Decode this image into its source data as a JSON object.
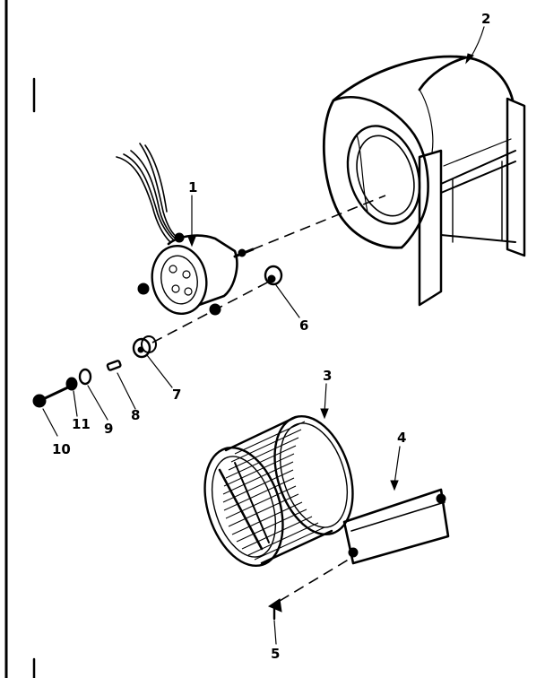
{
  "parts": [
    {
      "id": "motor",
      "label": "1"
    },
    {
      "id": "blower-housing",
      "label": "2"
    },
    {
      "id": "blower-wheel",
      "label": "3"
    },
    {
      "id": "cutoff-plate",
      "label": "4"
    },
    {
      "id": "screw",
      "label": "5"
    },
    {
      "id": "bushing-6",
      "label": "6"
    },
    {
      "id": "hub-7",
      "label": "7"
    },
    {
      "id": "pin-8",
      "label": "8"
    },
    {
      "id": "washer-9",
      "label": "9"
    },
    {
      "id": "bolt-10",
      "label": "10"
    },
    {
      "id": "nut-11",
      "label": "11"
    }
  ]
}
